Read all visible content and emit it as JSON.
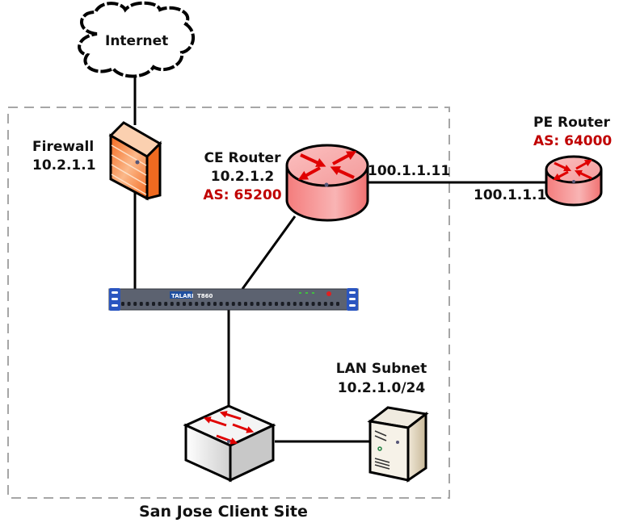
{
  "site": {
    "name": "San Jose Client Site"
  },
  "internet": {
    "label": "Internet"
  },
  "firewall": {
    "name": "Firewall",
    "ip": "10.2.1.1"
  },
  "ce_router": {
    "name": "CE Router",
    "ip": "10.2.1.2",
    "as": "AS: 65200",
    "wan_ip": "100.1.1.11"
  },
  "pe_router": {
    "name": "PE Router",
    "as": "AS: 64000",
    "ip": "100.1.1.1"
  },
  "appliance": {
    "brand": "TALARI",
    "model": "T860"
  },
  "lan": {
    "name": "LAN Subnet",
    "subnet": "10.2.1.0/24"
  },
  "colors": {
    "as_text": "#c00000",
    "router_fill": "#f4a0a0",
    "arrow": "#e00000",
    "firewall": "#f08a40",
    "site_border": "#a6a6a6"
  }
}
